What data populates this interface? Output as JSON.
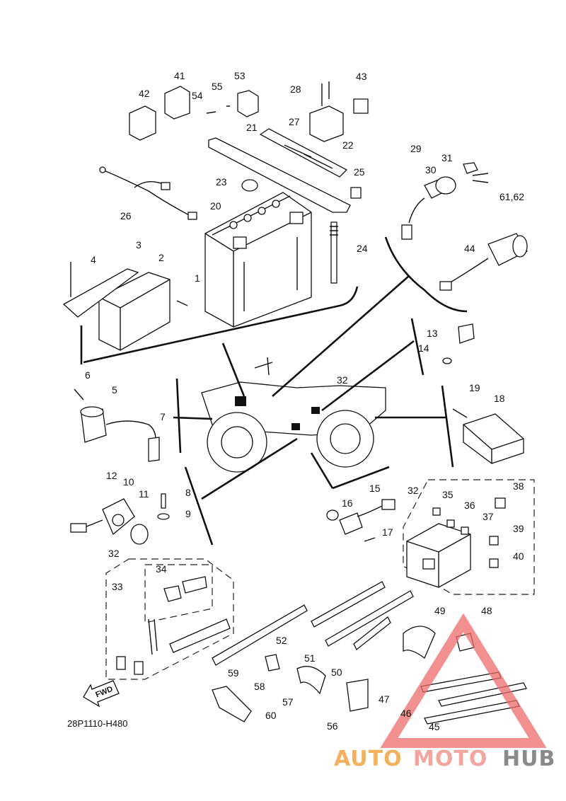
{
  "diagram": {
    "drawing_code": "28P1110-H480",
    "direction_label": "FWD",
    "part_numbers": [
      "1",
      "2",
      "3",
      "4",
      "5",
      "6",
      "7",
      "8",
      "9",
      "10",
      "11",
      "12",
      "13",
      "14",
      "15",
      "16",
      "17",
      "18",
      "19",
      "20",
      "21",
      "22",
      "23",
      "24",
      "25",
      "26",
      "27",
      "28",
      "29",
      "30",
      "31",
      "32",
      "33",
      "34",
      "35",
      "36",
      "37",
      "38",
      "39",
      "40",
      "41",
      "42",
      "43",
      "44",
      "45",
      "46",
      "47",
      "48",
      "49",
      "50",
      "51",
      "52",
      "53",
      "54",
      "55",
      "56",
      "57",
      "58",
      "59",
      "60",
      "61,62"
    ]
  },
  "watermark": {
    "part1": "AUTO",
    "part2": "MOTO",
    "part3": "HUB",
    "colors": {
      "auto": "#f3b15e",
      "moto": "#f1a6a0",
      "hub": "#8a8a8a",
      "triangle": "#ee6b6b"
    }
  }
}
